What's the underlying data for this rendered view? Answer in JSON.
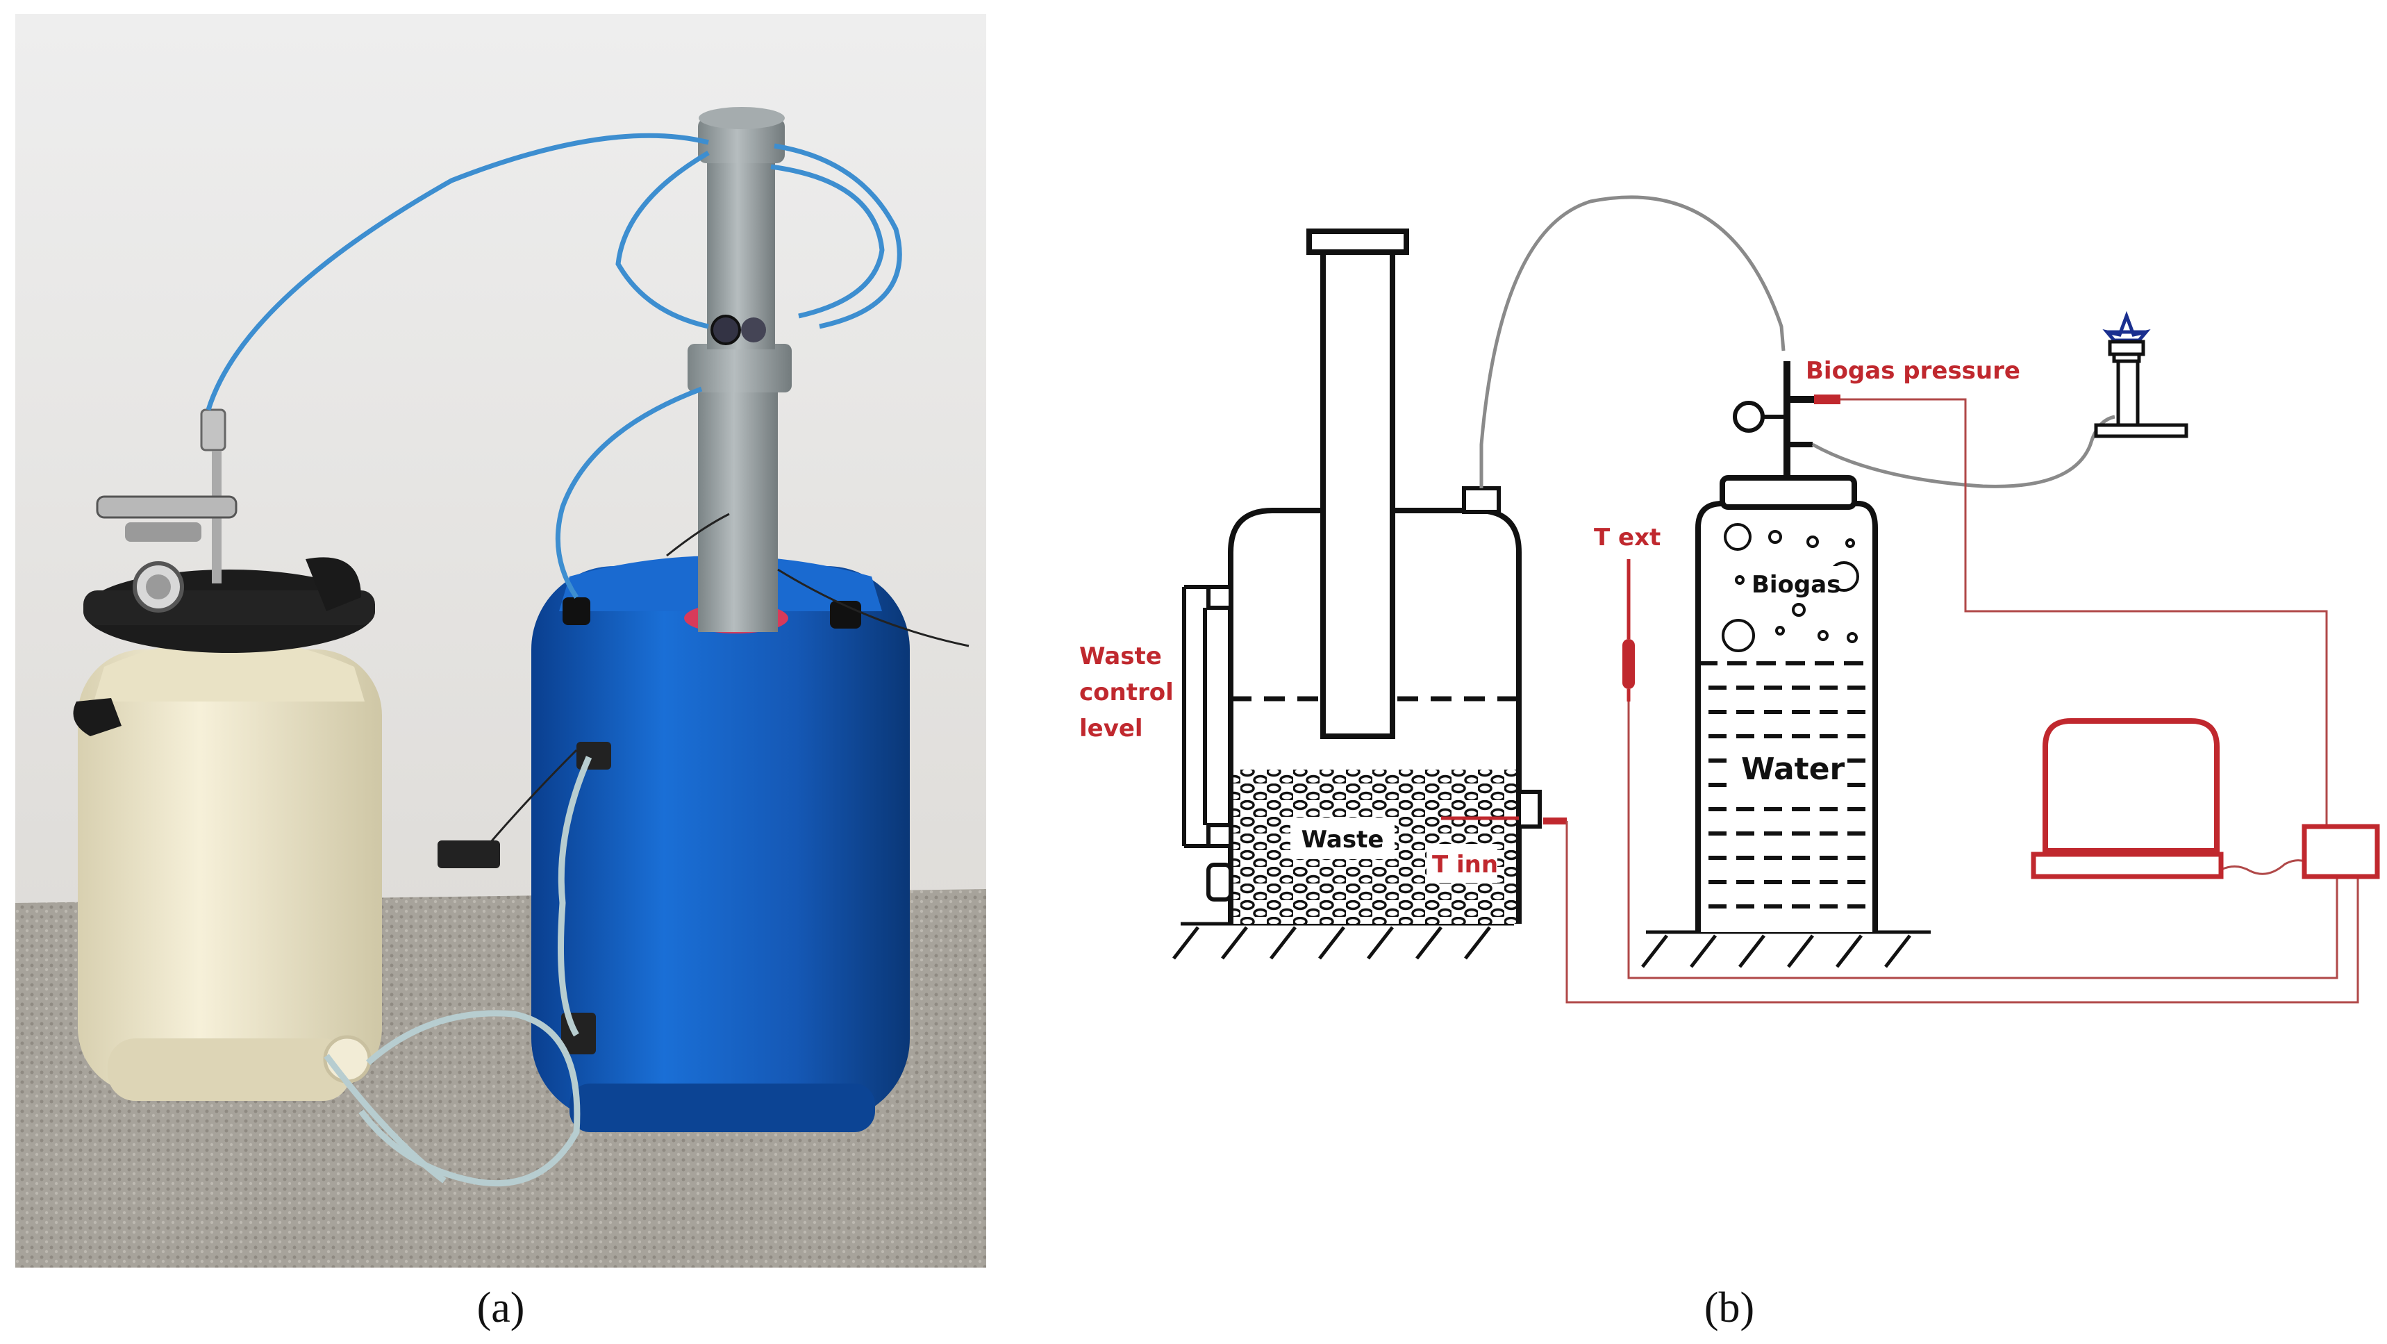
{
  "panels": {
    "a": {
      "caption": "(a)"
    },
    "b": {
      "caption": "(b)"
    }
  },
  "diagram": {
    "labels": {
      "waste_control_level": [
        "Waste",
        "control",
        "level"
      ],
      "waste": "Waste",
      "t_inn": "T inn",
      "t_ext": "T ext",
      "biogas_pressure": "Biogas pressure",
      "biogas": "Biogas",
      "water": "Water"
    }
  },
  "colors": {
    "label_red": "#c0282e",
    "wire_red": "#b04848",
    "line_black": "#111111",
    "tube_gray": "#8a8a8a",
    "burner_blue": "#1a2f8f",
    "tank_blue": "#1565c8",
    "tank_white": "#f1ead0",
    "pipe_gray": "#9ba3a6"
  }
}
